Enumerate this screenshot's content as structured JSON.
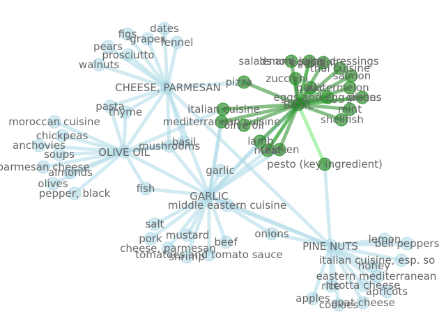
{
  "colors": {
    "edge_default": "#add8e6",
    "node_default": "#add8e6",
    "edge_basil": "#228b22",
    "edge_basil_light": "#90ee90",
    "node_basil": "#228b22",
    "label": "#666666"
  },
  "graph": {
    "nodes": [
      {
        "id": "cheese_parmesan",
        "label": "CHEESE, PARMESAN",
        "group": "blue"
      },
      {
        "id": "olive_oil",
        "label": "OLIVE OIL",
        "group": "blue"
      },
      {
        "id": "garlic_hub",
        "label": "GARLIC",
        "group": "blue"
      },
      {
        "id": "pine_nuts",
        "label": "PINE NUTS",
        "group": "blue"
      },
      {
        "id": "basil_hub",
        "label": "BASIL",
        "group": "green"
      },
      {
        "id": "figs",
        "label": "figs",
        "group": "blue"
      },
      {
        "id": "dates",
        "label": "dates",
        "group": "blue"
      },
      {
        "id": "grapes",
        "label": "grapes",
        "group": "blue"
      },
      {
        "id": "fennel",
        "label": "fennel",
        "group": "blue"
      },
      {
        "id": "pears",
        "label": "pears",
        "group": "blue"
      },
      {
        "id": "prosciutto",
        "label": "prosciutto",
        "group": "blue"
      },
      {
        "id": "walnuts",
        "label": "walnuts",
        "group": "blue"
      },
      {
        "id": "pasta",
        "label": "pasta",
        "group": "blue"
      },
      {
        "id": "thyme",
        "label": "thyme",
        "group": "blue"
      },
      {
        "id": "moroccan",
        "label": "moroccan cuisine",
        "group": "blue"
      },
      {
        "id": "chickpeas",
        "label": "chickpeas",
        "group": "blue"
      },
      {
        "id": "anchovies",
        "label": "anchovies",
        "group": "blue"
      },
      {
        "id": "soups",
        "label": "soups",
        "group": "blue"
      },
      {
        "id": "almonds",
        "label": "almonds",
        "group": "blue"
      },
      {
        "id": "parm_lower",
        "label": "parmesan cheese",
        "group": "blue"
      },
      {
        "id": "olives",
        "label": "olives",
        "group": "blue"
      },
      {
        "id": "pepper_black",
        "label": "pepper, black",
        "group": "blue"
      },
      {
        "id": "mushrooms",
        "label": "mushrooms",
        "group": "blue"
      },
      {
        "id": "basil_small",
        "label": "basil",
        "group": "blue"
      },
      {
        "id": "garlic_small",
        "label": "garlic",
        "group": "blue"
      },
      {
        "id": "fish",
        "label": "fish",
        "group": "blue"
      },
      {
        "id": "middle_eastern",
        "label": "middle eastern cuisine",
        "group": "blue"
      },
      {
        "id": "salt",
        "label": "salt",
        "group": "blue"
      },
      {
        "id": "mustard",
        "label": "mustard",
        "group": "blue"
      },
      {
        "id": "pork",
        "label": "pork",
        "group": "blue"
      },
      {
        "id": "beef",
        "label": "beef",
        "group": "blue"
      },
      {
        "id": "cheese_parmesan_small",
        "label": "cheese, parmesan",
        "group": "blue"
      },
      {
        "id": "tomatoes_sauce",
        "label": "tomatoes and tomato sauce",
        "group": "blue"
      },
      {
        "id": "shrimp",
        "label": "shrimp",
        "group": "blue"
      },
      {
        "id": "onions",
        "label": "onions",
        "group": "blue"
      },
      {
        "id": "lemon",
        "label": "lemon",
        "group": "blue"
      },
      {
        "id": "bell_peppers",
        "label": "bell peppers",
        "group": "blue"
      },
      {
        "id": "italian_esp",
        "label": "italian cuisine, esp. so",
        "group": "blue"
      },
      {
        "id": "honey",
        "label": "honey",
        "group": "blue"
      },
      {
        "id": "eastern_med",
        "label": "eastern mediterranean",
        "group": "blue"
      },
      {
        "id": "rice",
        "label": "rice",
        "group": "blue"
      },
      {
        "id": "ricotta",
        "label": "ricotta cheese",
        "group": "blue"
      },
      {
        "id": "apricots",
        "label": "apricots",
        "group": "blue"
      },
      {
        "id": "apples",
        "label": "apples",
        "group": "blue"
      },
      {
        "id": "cookies",
        "label": "cookies",
        "group": "blue"
      },
      {
        "id": "goat_cheese",
        "label": "goat cheese",
        "group": "blue"
      },
      {
        "id": "pizza",
        "label": "pizza",
        "group": "green"
      },
      {
        "id": "salads_dressings",
        "label": "salads and salad dressings",
        "group": "green"
      },
      {
        "id": "lemon_juice",
        "label": "lemon, juice",
        "group": "green"
      },
      {
        "id": "eggplant",
        "label": "eggplant",
        "group": "green"
      },
      {
        "id": "thai",
        "label": "thai cuisine",
        "group": "green"
      },
      {
        "id": "zucchini",
        "label": "zucchini",
        "group": "green"
      },
      {
        "id": "salmon",
        "label": "salmon",
        "group": "green"
      },
      {
        "id": "garlic_green",
        "label": "garlic",
        "group": "green"
      },
      {
        "id": "watermelon",
        "label": "watermelon",
        "group": "green"
      },
      {
        "id": "eggs",
        "label": "eggs and egg dishes",
        "group": "green"
      },
      {
        "id": "greens",
        "label": "greens",
        "group": "green"
      },
      {
        "id": "mint",
        "label": "mint",
        "group": "green"
      },
      {
        "id": "shellfish",
        "label": "shellfish",
        "group": "green"
      },
      {
        "id": "italian_green",
        "label": "italian cuisine",
        "group": "green"
      },
      {
        "id": "med_green",
        "label": "mediterranean cuisine",
        "group": "green"
      },
      {
        "id": "olive_oil_green",
        "label": "olive oil",
        "group": "green"
      },
      {
        "id": "lamb",
        "label": "lamb",
        "group": "green"
      },
      {
        "id": "meat",
        "label": "meat",
        "group": "green"
      },
      {
        "id": "chicken",
        "label": "chicken",
        "group": "green"
      },
      {
        "id": "pesto",
        "label": "pesto (key ingredient)",
        "group": "green"
      }
    ],
    "edges": [
      [
        "cheese_parmesan",
        "figs"
      ],
      [
        "cheese_parmesan",
        "dates"
      ],
      [
        "cheese_parmesan",
        "grapes"
      ],
      [
        "cheese_parmesan",
        "fennel"
      ],
      [
        "cheese_parmesan",
        "pears"
      ],
      [
        "cheese_parmesan",
        "prosciutto"
      ],
      [
        "cheese_parmesan",
        "walnuts"
      ],
      [
        "cheese_parmesan",
        "pasta"
      ],
      [
        "cheese_parmesan",
        "thyme"
      ],
      [
        "cheese_parmesan",
        "olive_oil"
      ],
      [
        "cheese_parmesan",
        "garlic_hub"
      ],
      [
        "cheese_parmesan",
        "basil_small"
      ],
      [
        "cheese_parmesan",
        "pizza"
      ],
      [
        "cheese_parmesan",
        "mushrooms"
      ],
      [
        "cheese_parmesan",
        "pine_nuts"
      ],
      [
        "olive_oil",
        "moroccan"
      ],
      [
        "olive_oil",
        "chickpeas"
      ],
      [
        "olive_oil",
        "anchovies"
      ],
      [
        "olive_oil",
        "soups"
      ],
      [
        "olive_oil",
        "almonds"
      ],
      [
        "olive_oil",
        "parm_lower"
      ],
      [
        "olive_oil",
        "olives"
      ],
      [
        "olive_oil",
        "pepper_black"
      ],
      [
        "olive_oil",
        "pasta"
      ],
      [
        "olive_oil",
        "thyme"
      ],
      [
        "olive_oil",
        "mushrooms"
      ],
      [
        "olive_oil",
        "fish"
      ],
      [
        "olive_oil",
        "garlic_hub"
      ],
      [
        "olive_oil",
        "basil_small"
      ],
      [
        "olive_oil",
        "italian_green"
      ],
      [
        "garlic_hub",
        "garlic_small"
      ],
      [
        "garlic_hub",
        "middle_eastern"
      ],
      [
        "garlic_hub",
        "salt"
      ],
      [
        "garlic_hub",
        "mustard"
      ],
      [
        "garlic_hub",
        "pork"
      ],
      [
        "garlic_hub",
        "beef"
      ],
      [
        "garlic_hub",
        "cheese_parmesan_small"
      ],
      [
        "garlic_hub",
        "tomatoes_sauce"
      ],
      [
        "garlic_hub",
        "shrimp"
      ],
      [
        "garlic_hub",
        "onions"
      ],
      [
        "garlic_hub",
        "pine_nuts"
      ],
      [
        "garlic_hub",
        "basil_hub"
      ],
      [
        "garlic_hub",
        "mushrooms"
      ],
      [
        "garlic_hub",
        "fish"
      ],
      [
        "garlic_hub",
        "lamb"
      ],
      [
        "garlic_hub",
        "meat"
      ],
      [
        "garlic_hub",
        "chicken"
      ],
      [
        "garlic_hub",
        "italian_green"
      ],
      [
        "garlic_hub",
        "med_green"
      ],
      [
        "pine_nuts",
        "lemon"
      ],
      [
        "pine_nuts",
        "bell_peppers"
      ],
      [
        "pine_nuts",
        "italian_esp"
      ],
      [
        "pine_nuts",
        "honey"
      ],
      [
        "pine_nuts",
        "eastern_med"
      ],
      [
        "pine_nuts",
        "rice"
      ],
      [
        "pine_nuts",
        "ricotta"
      ],
      [
        "pine_nuts",
        "apricots"
      ],
      [
        "pine_nuts",
        "apples"
      ],
      [
        "pine_nuts",
        "cookies"
      ],
      [
        "pine_nuts",
        "goat_cheese"
      ],
      [
        "pine_nuts",
        "pesto"
      ],
      [
        "pine_nuts",
        "onions"
      ],
      [
        "pine_nuts",
        "middle_eastern"
      ]
    ],
    "basil_edges": [
      [
        "basil_hub",
        "pizza"
      ],
      [
        "basil_hub",
        "salads_dressings"
      ],
      [
        "basil_hub",
        "lemon_juice"
      ],
      [
        "basil_hub",
        "eggplant"
      ],
      [
        "basil_hub",
        "thai"
      ],
      [
        "basil_hub",
        "zucchini"
      ],
      [
        "basil_hub",
        "salmon"
      ],
      [
        "basil_hub",
        "garlic_green"
      ],
      [
        "basil_hub",
        "watermelon"
      ],
      [
        "basil_hub",
        "eggs"
      ],
      [
        "basil_hub",
        "greens"
      ],
      [
        "basil_hub",
        "mint"
      ],
      [
        "basil_hub",
        "shellfish"
      ],
      [
        "basil_hub",
        "italian_green"
      ],
      [
        "basil_hub",
        "med_green"
      ],
      [
        "basil_hub",
        "olive_oil_green"
      ],
      [
        "basil_hub",
        "lamb"
      ],
      [
        "basil_hub",
        "meat"
      ],
      [
        "basil_hub",
        "chicken"
      ]
    ],
    "basil_light_edges": [
      [
        "basil_hub",
        "pesto"
      ],
      [
        "basil_hub",
        "meat"
      ],
      [
        "basil_hub",
        "lemon_juice"
      ],
      [
        "basil_hub",
        "greens"
      ]
    ]
  }
}
